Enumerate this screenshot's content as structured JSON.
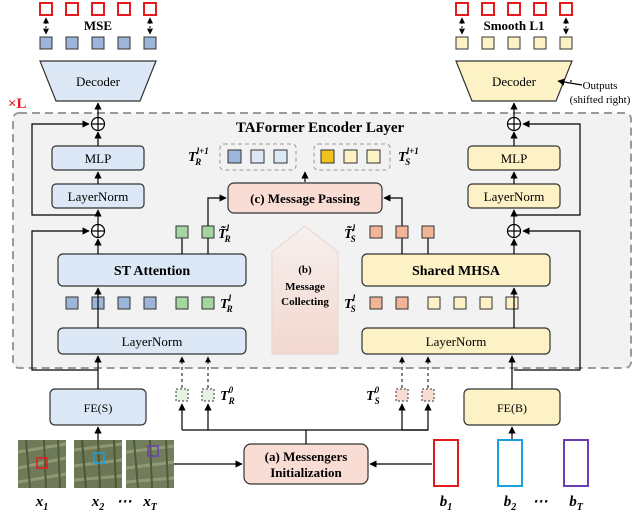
{
  "loss_left": "MSE",
  "loss_right": "Smooth L1",
  "repeat_label": "×L",
  "layer_title": "TAFormer Encoder Layer",
  "left": {
    "decoder": "Decoder",
    "mlp": "MLP",
    "layernorm_top": "LayerNorm",
    "attention": "ST Attention",
    "layernorm_bottom": "LayerNorm",
    "fe": "FE(S)"
  },
  "right": {
    "decoder": "Decoder",
    "outputs_line1": "Outputs",
    "outputs_line2": "(shifted right)",
    "mlp": "MLP",
    "layernorm_top": "LayerNorm",
    "attention": "Shared MHSA",
    "layernorm_bottom": "LayerNorm",
    "fe": "FE(B)"
  },
  "message_passing": "(c) Message Passing",
  "message_collecting": [
    "(b)",
    "Message",
    "Collecting"
  ],
  "messengers_init": [
    "(a) Messengers",
    "Initialization"
  ],
  "tokens": {
    "tR_next": {
      "sym": "T",
      "sup": "l+1",
      "sub": "R"
    },
    "tS_next": {
      "sym": "T",
      "sup": "l+1",
      "sub": "S"
    },
    "tR_tilde": {
      "sym": "T̃",
      "sup": "l",
      "sub": "R"
    },
    "tS_tilde": {
      "sym": "T̃",
      "sup": "l",
      "sub": "S"
    },
    "tR": {
      "sym": "T",
      "sup": "l",
      "sub": "R"
    },
    "tS": {
      "sym": "T",
      "sup": "l",
      "sub": "S"
    },
    "tR0": {
      "sym": "T",
      "sup": "0",
      "sub": "R"
    },
    "tS0": {
      "sym": "T",
      "sup": "0",
      "sub": "S"
    }
  },
  "inputs_x": [
    {
      "base": "x",
      "sub": "1"
    },
    {
      "base": "x",
      "sub": "2"
    },
    {
      "base": "⋯",
      "sub": ""
    },
    {
      "base": "x",
      "sub": "T"
    }
  ],
  "inputs_b": [
    {
      "base": "b",
      "sub": "1"
    },
    {
      "base": "b",
      "sub": "2"
    },
    {
      "base": "⋯",
      "sub": ""
    },
    {
      "base": "b",
      "sub": "T"
    }
  ],
  "colors": {
    "blue_fill": "#dce8f5",
    "blue_token": "#9cb6d9",
    "yellow_fill": "#fdf1c6",
    "orange_token": "#f2c11c",
    "green_token": "#a6d6a0",
    "salmon_token": "#f0b597",
    "pink_fill": "#f9dcd4",
    "red": "#e41a1c",
    "cyan": "#1aa0e0",
    "purple": "#6a3fb6",
    "panel": "#f2f2f2"
  }
}
